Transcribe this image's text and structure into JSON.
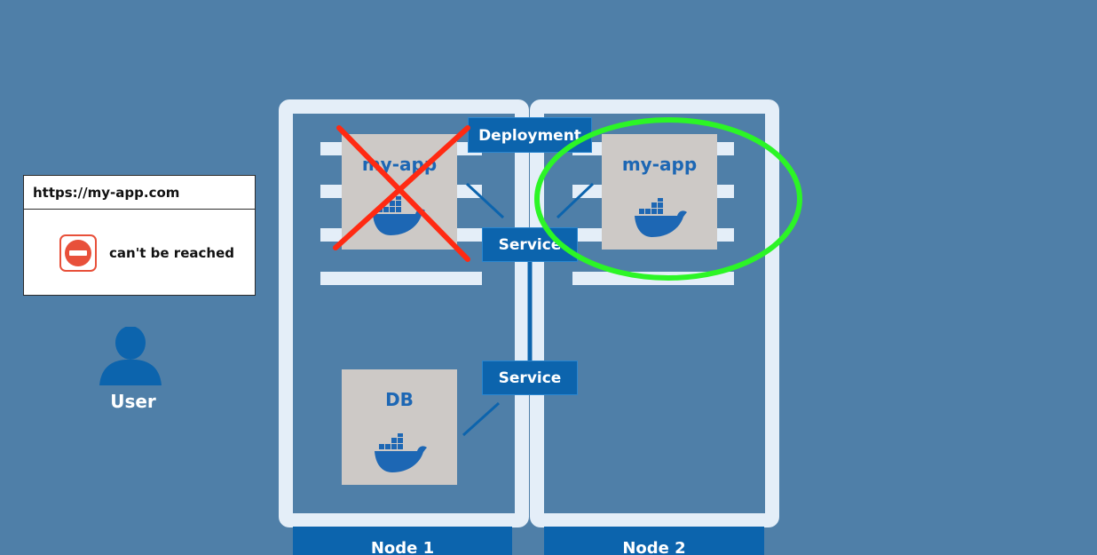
{
  "browser": {
    "url": "https://my-app.com",
    "message": "can't be reached"
  },
  "user": {
    "label": "User"
  },
  "nodes": [
    {
      "label": "Node 1"
    },
    {
      "label": "Node 2"
    }
  ],
  "deployment": {
    "label": "Deployment"
  },
  "services": [
    {
      "label": "Service"
    },
    {
      "label": "Service"
    }
  ],
  "pods": {
    "failed_app": "my-app",
    "replica_app": "my-app",
    "db": "DB"
  },
  "colors": {
    "background": "#4f7fa8",
    "node_frame": "#e4eef8",
    "component_blue": "#0c64ad",
    "pod_gray": "#cdc9c6",
    "docker_blue": "#1d67b4",
    "failure_red": "#ff2a12",
    "highlight_green": "#2cf526"
  }
}
